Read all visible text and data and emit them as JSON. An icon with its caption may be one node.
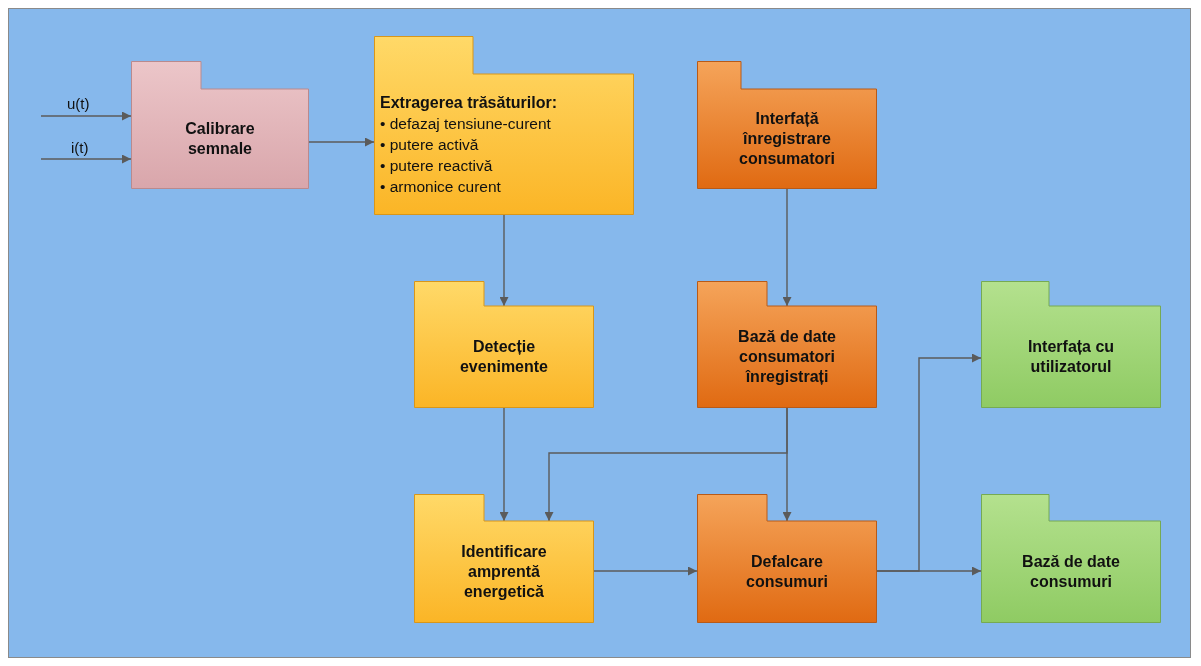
{
  "diagram": {
    "nodes": [
      {
        "text": [
          "Calibrare semnale"
        ]
      },
      {
        "text": [
          "Extragerea trăsăturilor:",
          "• defazaj tensiune-curent",
          "• putere activă",
          "• putere reactivă",
          "• armonice curent"
        ]
      },
      {
        "text": [
          "Interfață înregistrare consumatori"
        ]
      },
      {
        "text": [
          "Detecție evenimente"
        ]
      },
      {
        "text": [
          "Bază de date consumatori înregistrați"
        ]
      },
      {
        "text": [
          "Interfața cu utilizatorul"
        ]
      },
      {
        "text": [
          "Identificare amprentă energetică"
        ]
      },
      {
        "text": [
          "Defalcare consumuri"
        ]
      },
      {
        "text": [
          "Bază de date consumuri"
        ]
      }
    ],
    "edges": [
      {
        "from": null,
        "to": 0,
        "arrow": "to",
        "label": "u(t)"
      },
      {
        "from": null,
        "to": 0,
        "arrow": "to",
        "label": "i(t)"
      },
      {
        "from": 0,
        "to": 1,
        "arrow": "to"
      },
      {
        "from": 1,
        "to": 3,
        "arrow": "to"
      },
      {
        "from": 2,
        "to": 4,
        "arrow": "to"
      },
      {
        "from": 3,
        "to": 6,
        "arrow": "to"
      },
      {
        "from": 4,
        "to": 7,
        "arrow": "to"
      },
      {
        "from": 4,
        "to": 6,
        "arrow": "to"
      },
      {
        "from": 6,
        "to": 7,
        "arrow": "to"
      },
      {
        "from": 7,
        "to": 5,
        "arrow": "to"
      },
      {
        "from": 7,
        "to": 8,
        "arrow": "to"
      }
    ]
  }
}
